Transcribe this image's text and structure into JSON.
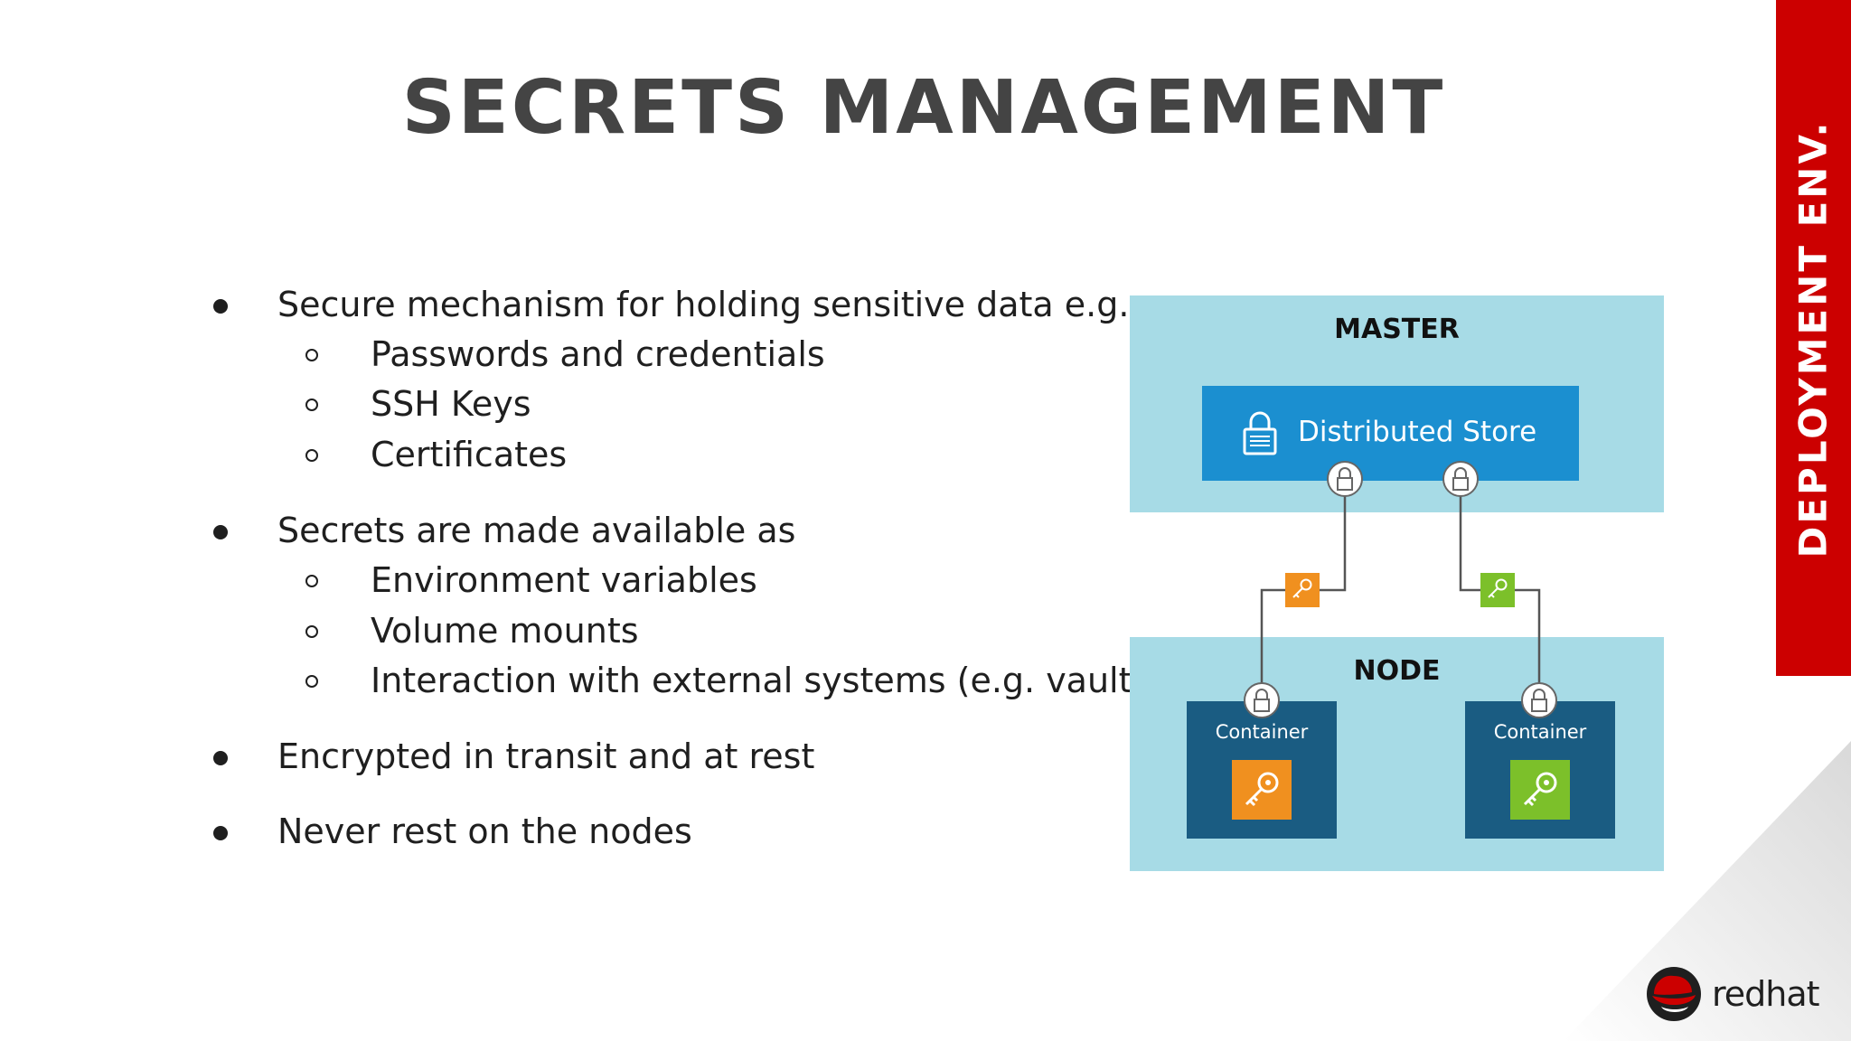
{
  "slide": {
    "title": "SECRETS MANAGEMENT",
    "side_tab": "DEPLOYMENT ENV.",
    "accent_color": "#cc0000"
  },
  "bullets": [
    {
      "text": "Secure mechanism for holding sensitive data e.g.",
      "subitems": [
        "Passwords and credentials",
        "SSH Keys",
        "Certificates"
      ]
    },
    {
      "text": "Secrets are made available as",
      "subitems": [
        "Environment variables",
        "Volume mounts",
        "Interaction with external systems (e.g. vaults)"
      ]
    },
    {
      "text": "Encrypted in transit and at rest",
      "subitems": []
    },
    {
      "text": "Never rest on the nodes",
      "subitems": []
    }
  ],
  "diagram": {
    "master_label": "MASTER",
    "node_label": "NODE",
    "store_label": "Distributed Store",
    "containers": [
      {
        "label": "Container",
        "key_color": "#f0901f"
      },
      {
        "label": "Container",
        "key_color": "#7cc02a"
      }
    ],
    "colors": {
      "panel": "#a7dbe6",
      "store": "#1b8fd0",
      "container": "#1a5c82"
    }
  },
  "logo": {
    "text": "redhat"
  }
}
